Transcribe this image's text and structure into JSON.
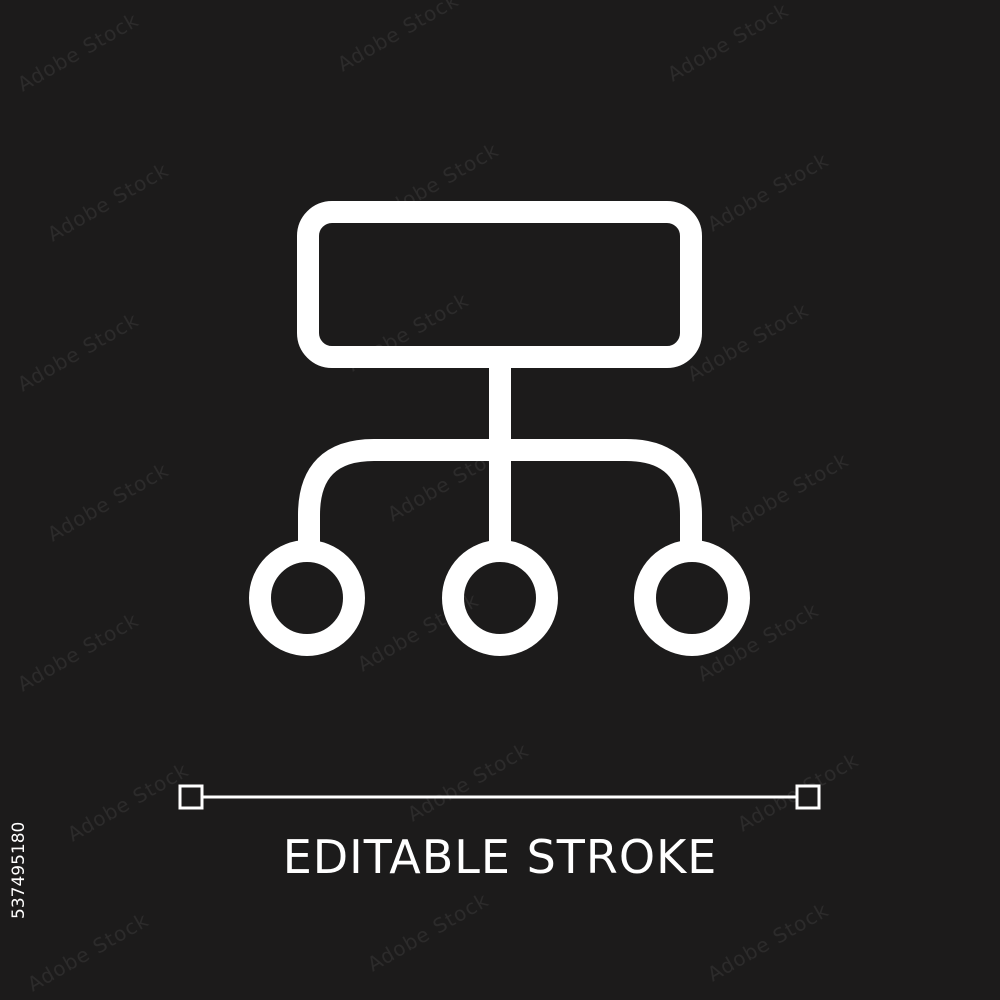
{
  "image": {
    "background_color": "#1c1b1b",
    "icon_color": "#ffffff",
    "icon_name": "hierarchy-structure-icon"
  },
  "caption": {
    "text": "EDITABLE STROKE"
  },
  "stock_id": {
    "text": "537495180"
  },
  "watermark": {
    "text": "Adobe Stock"
  }
}
